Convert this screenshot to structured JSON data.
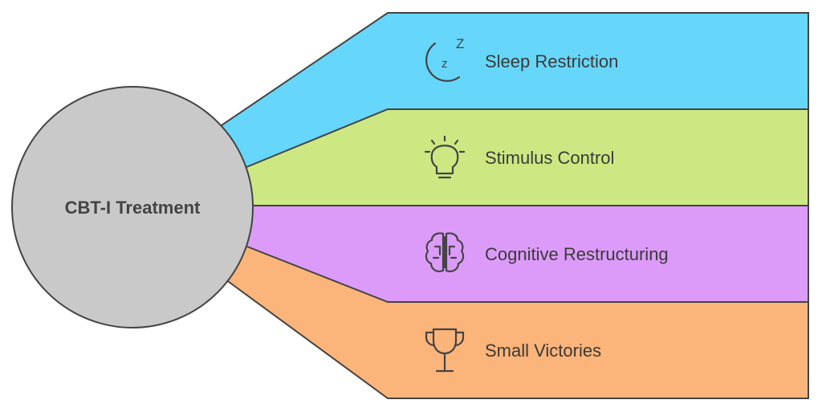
{
  "hub": {
    "label": "CBT-I Treatment",
    "color": "#c9c9c9"
  },
  "branches": [
    {
      "label": "Sleep Restriction",
      "icon": "sleep-moon-icon",
      "color": "#66d7fb"
    },
    {
      "label": "Stimulus Control",
      "icon": "lightbulb-icon",
      "color": "#cde882"
    },
    {
      "label": "Cognitive Restructuring",
      "icon": "brain-icon",
      "color": "#dc9bf9"
    },
    {
      "label": "Small Victories",
      "icon": "trophy-icon",
      "color": "#fbb47a"
    }
  ],
  "outline_color": "#444444"
}
